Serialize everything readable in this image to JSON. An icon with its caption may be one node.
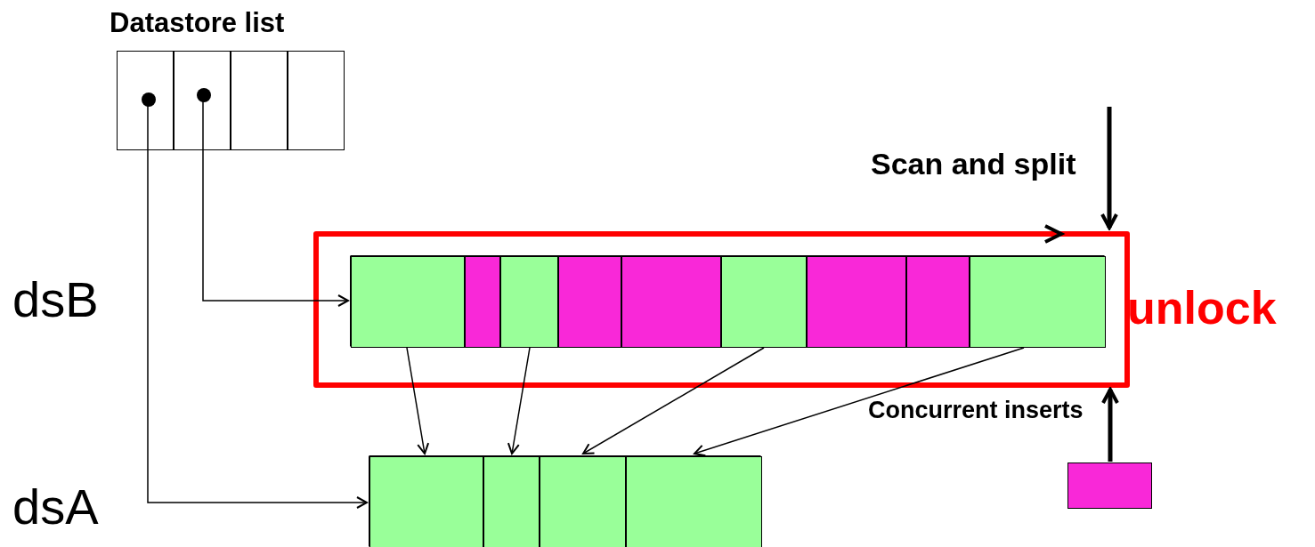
{
  "diagram": {
    "nodes": [
      {
        "text": [
          "Datastore list"
        ]
      },
      {
        "text": [],
        "shape": "box",
        "in": 0
      },
      {
        "text": [],
        "shape": "box",
        "in": 0
      },
      {
        "text": [],
        "shape": "box",
        "in": 0
      },
      {
        "text": [],
        "shape": "box",
        "in": 0
      },
      {
        "text": [
          "unlock"
        ]
      },
      {
        "text": [],
        "shape": "bar",
        "in": 5
      },
      {
        "text": [],
        "shape": "box",
        "in": 6
      },
      {
        "text": [],
        "shape": "box",
        "in": 6
      },
      {
        "text": [],
        "shape": "box",
        "in": 6
      },
      {
        "text": [],
        "shape": "box",
        "in": 6
      },
      {
        "text": [],
        "shape": "box",
        "in": 6
      },
      {
        "text": [],
        "shape": "box",
        "in": 6
      },
      {
        "text": [],
        "shape": "box",
        "in": 6
      },
      {
        "text": [],
        "shape": "box",
        "in": 6
      },
      {
        "text": [],
        "shape": "box",
        "in": 6
      },
      {
        "text": [],
        "shape": "bar"
      },
      {
        "text": [],
        "shape": "box",
        "in": 16
      },
      {
        "text": [],
        "shape": "box",
        "in": 16
      },
      {
        "text": [],
        "shape": "box",
        "in": 16
      },
      {
        "text": [],
        "shape": "box",
        "in": 16
      },
      {
        "text": [],
        "shape": "box"
      }
    ],
    "edges": [
      {
        "from": 1,
        "to": 16,
        "arrow": "to"
      },
      {
        "from": 2,
        "to": 6,
        "arrow": "to"
      },
      {
        "from": 7,
        "to": 17,
        "arrow": "to"
      },
      {
        "from": 9,
        "to": 18,
        "arrow": "to"
      },
      {
        "from": 12,
        "to": 19,
        "arrow": "to"
      },
      {
        "from": 15,
        "to": 20,
        "arrow": "to"
      },
      {
        "from": null,
        "to": 5,
        "arrow": "to",
        "label": "Scan and split",
        "style": "thick"
      },
      {
        "from": 21,
        "to": 5,
        "arrow": "to",
        "label": "Concurrent inserts",
        "style": "thick"
      }
    ],
    "labels": [
      "dsB",
      "dsA"
    ]
  }
}
